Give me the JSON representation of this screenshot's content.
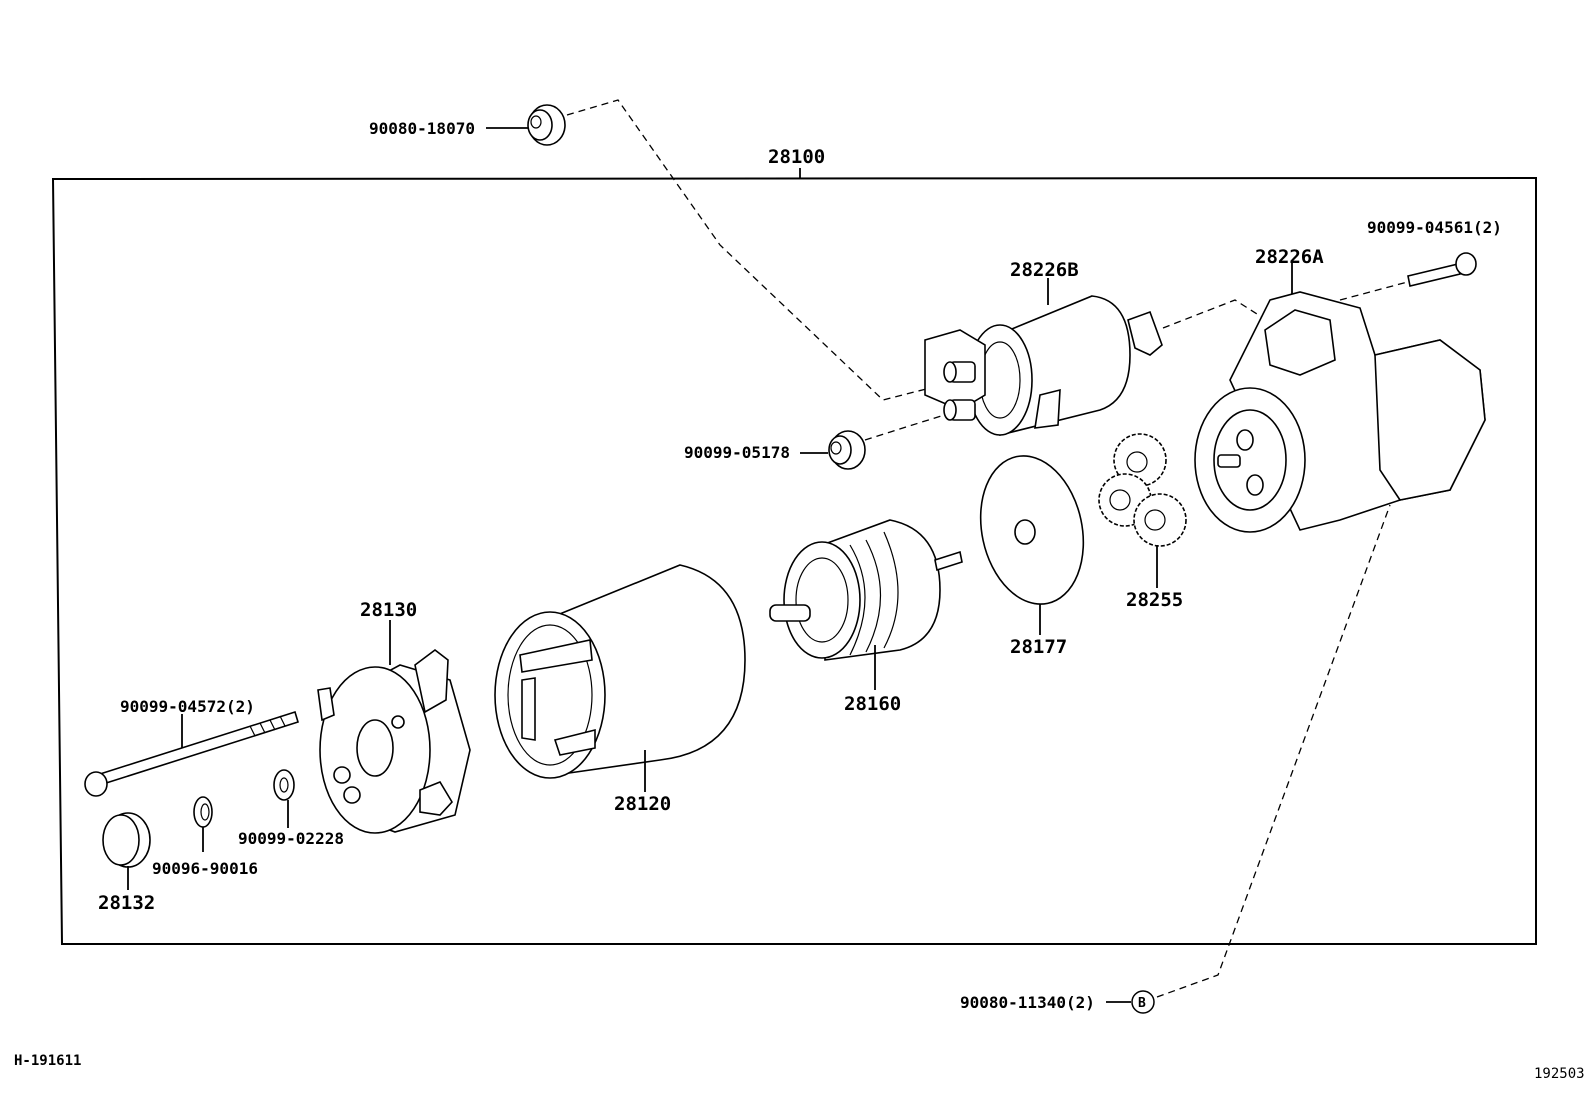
{
  "assembly_label": "28100",
  "labels": {
    "p_90080_18070": "90080-18070",
    "p_28226B": "28226B",
    "p_28226A": "28226A",
    "p_90099_04561": "90099-04561(2)",
    "p_90099_05178": "90099-05178",
    "p_28255": "28255",
    "p_28177": "28177",
    "p_28160": "28160",
    "p_28130": "28130",
    "p_28120": "28120",
    "p_90099_04572": "90099-04572(2)",
    "p_90099_02228": "90099-02228",
    "p_90096_90016": "90096-90016",
    "p_28132": "28132",
    "p_90080_11340": "90080-11340(2)"
  },
  "ref_marker": "B",
  "footer": {
    "left_code": "H-191611",
    "right_code": "192503"
  }
}
